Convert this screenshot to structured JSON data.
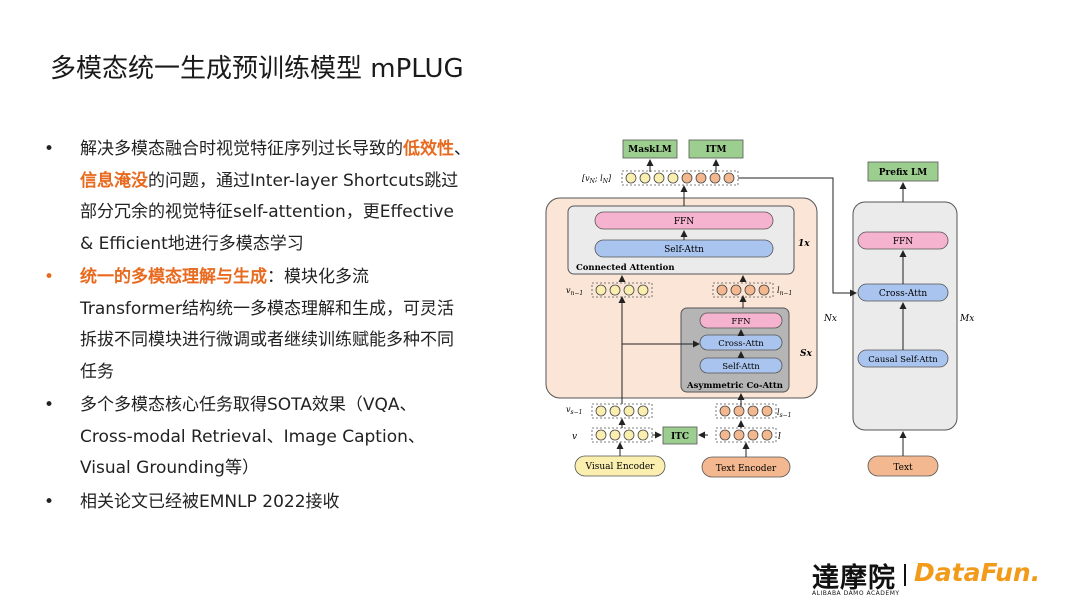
{
  "slide_title": "多模态统一生成预训练模型 mPLUG",
  "bullets": [
    {
      "line1_a": "解决多模态融合时视觉特征序列过长导致的",
      "line1_hl": "低效性",
      "line1_b": "、",
      "line2_hl": "信息淹没",
      "line2_b": "的问题，通过Inter-layer Shortcuts跳过",
      "line3": "部分冗余的视觉特征self-attention，更Effective",
      "line4": "& Efficient地进行多模态学习"
    },
    {
      "line1_hl": "统一的多模态理解与生成",
      "line1_b": "：模块化多流",
      "line2": "Transformer结构统一多模态理解和生成，可灵活",
      "line3": "拆拔不同模块进行微调或者继续训练赋能多种不同",
      "line4": "任务"
    },
    {
      "line1": "多个多模态核心任务取得SOTA效果（VQA、",
      "line2": "Cross-modal Retrieval、Image Caption、",
      "line3": "Visual Grounding等）"
    },
    {
      "line1": "相关论文已经被EMNLP 2022接收"
    }
  ],
  "bullet_dots": [
    "•",
    "•",
    "•",
    "•"
  ],
  "diagram": {
    "masklm": "MaskLM",
    "itm": "ITM",
    "prefix_lm": "Prefix LM",
    "ffn": "FFN",
    "self_attn": "Self-Attn",
    "connected_attention": "Connected Attention",
    "times_1": "1x",
    "cross_attn": "Cross-Attn",
    "asymmetric_co_attn": "Asymmetric Co-Attn",
    "times_s": "Sx",
    "times_n": "Nx",
    "times_m": "Mx",
    "causal_self_attn": "Causal Self-Attn",
    "itc": "ITC",
    "visual_encoder": "Visual Encoder",
    "text_encoder": "Text Encoder",
    "text": "Text",
    "label_vn_ln": "[v",
    "label_vn1": "v",
    "label_ln1": "l",
    "label_vs1": "v",
    "label_ls1": "l",
    "label_v": "v",
    "label_l": "l"
  },
  "logos": {
    "alibaba_cn": "達摩院",
    "alibaba_en": "ALIBABA DAMO ACADEMY",
    "datafun": "DataFun."
  },
  "colors": {
    "highlight": "#e86a1f",
    "green_box": "#9ccf8f",
    "pink": "#f6b3cf",
    "blue": "#a9c4ee",
    "visual": "#fbefb0",
    "text_enc": "#f3b88f",
    "big_panel": "#fbe5d6",
    "gray_panel": "#ebebeb"
  }
}
